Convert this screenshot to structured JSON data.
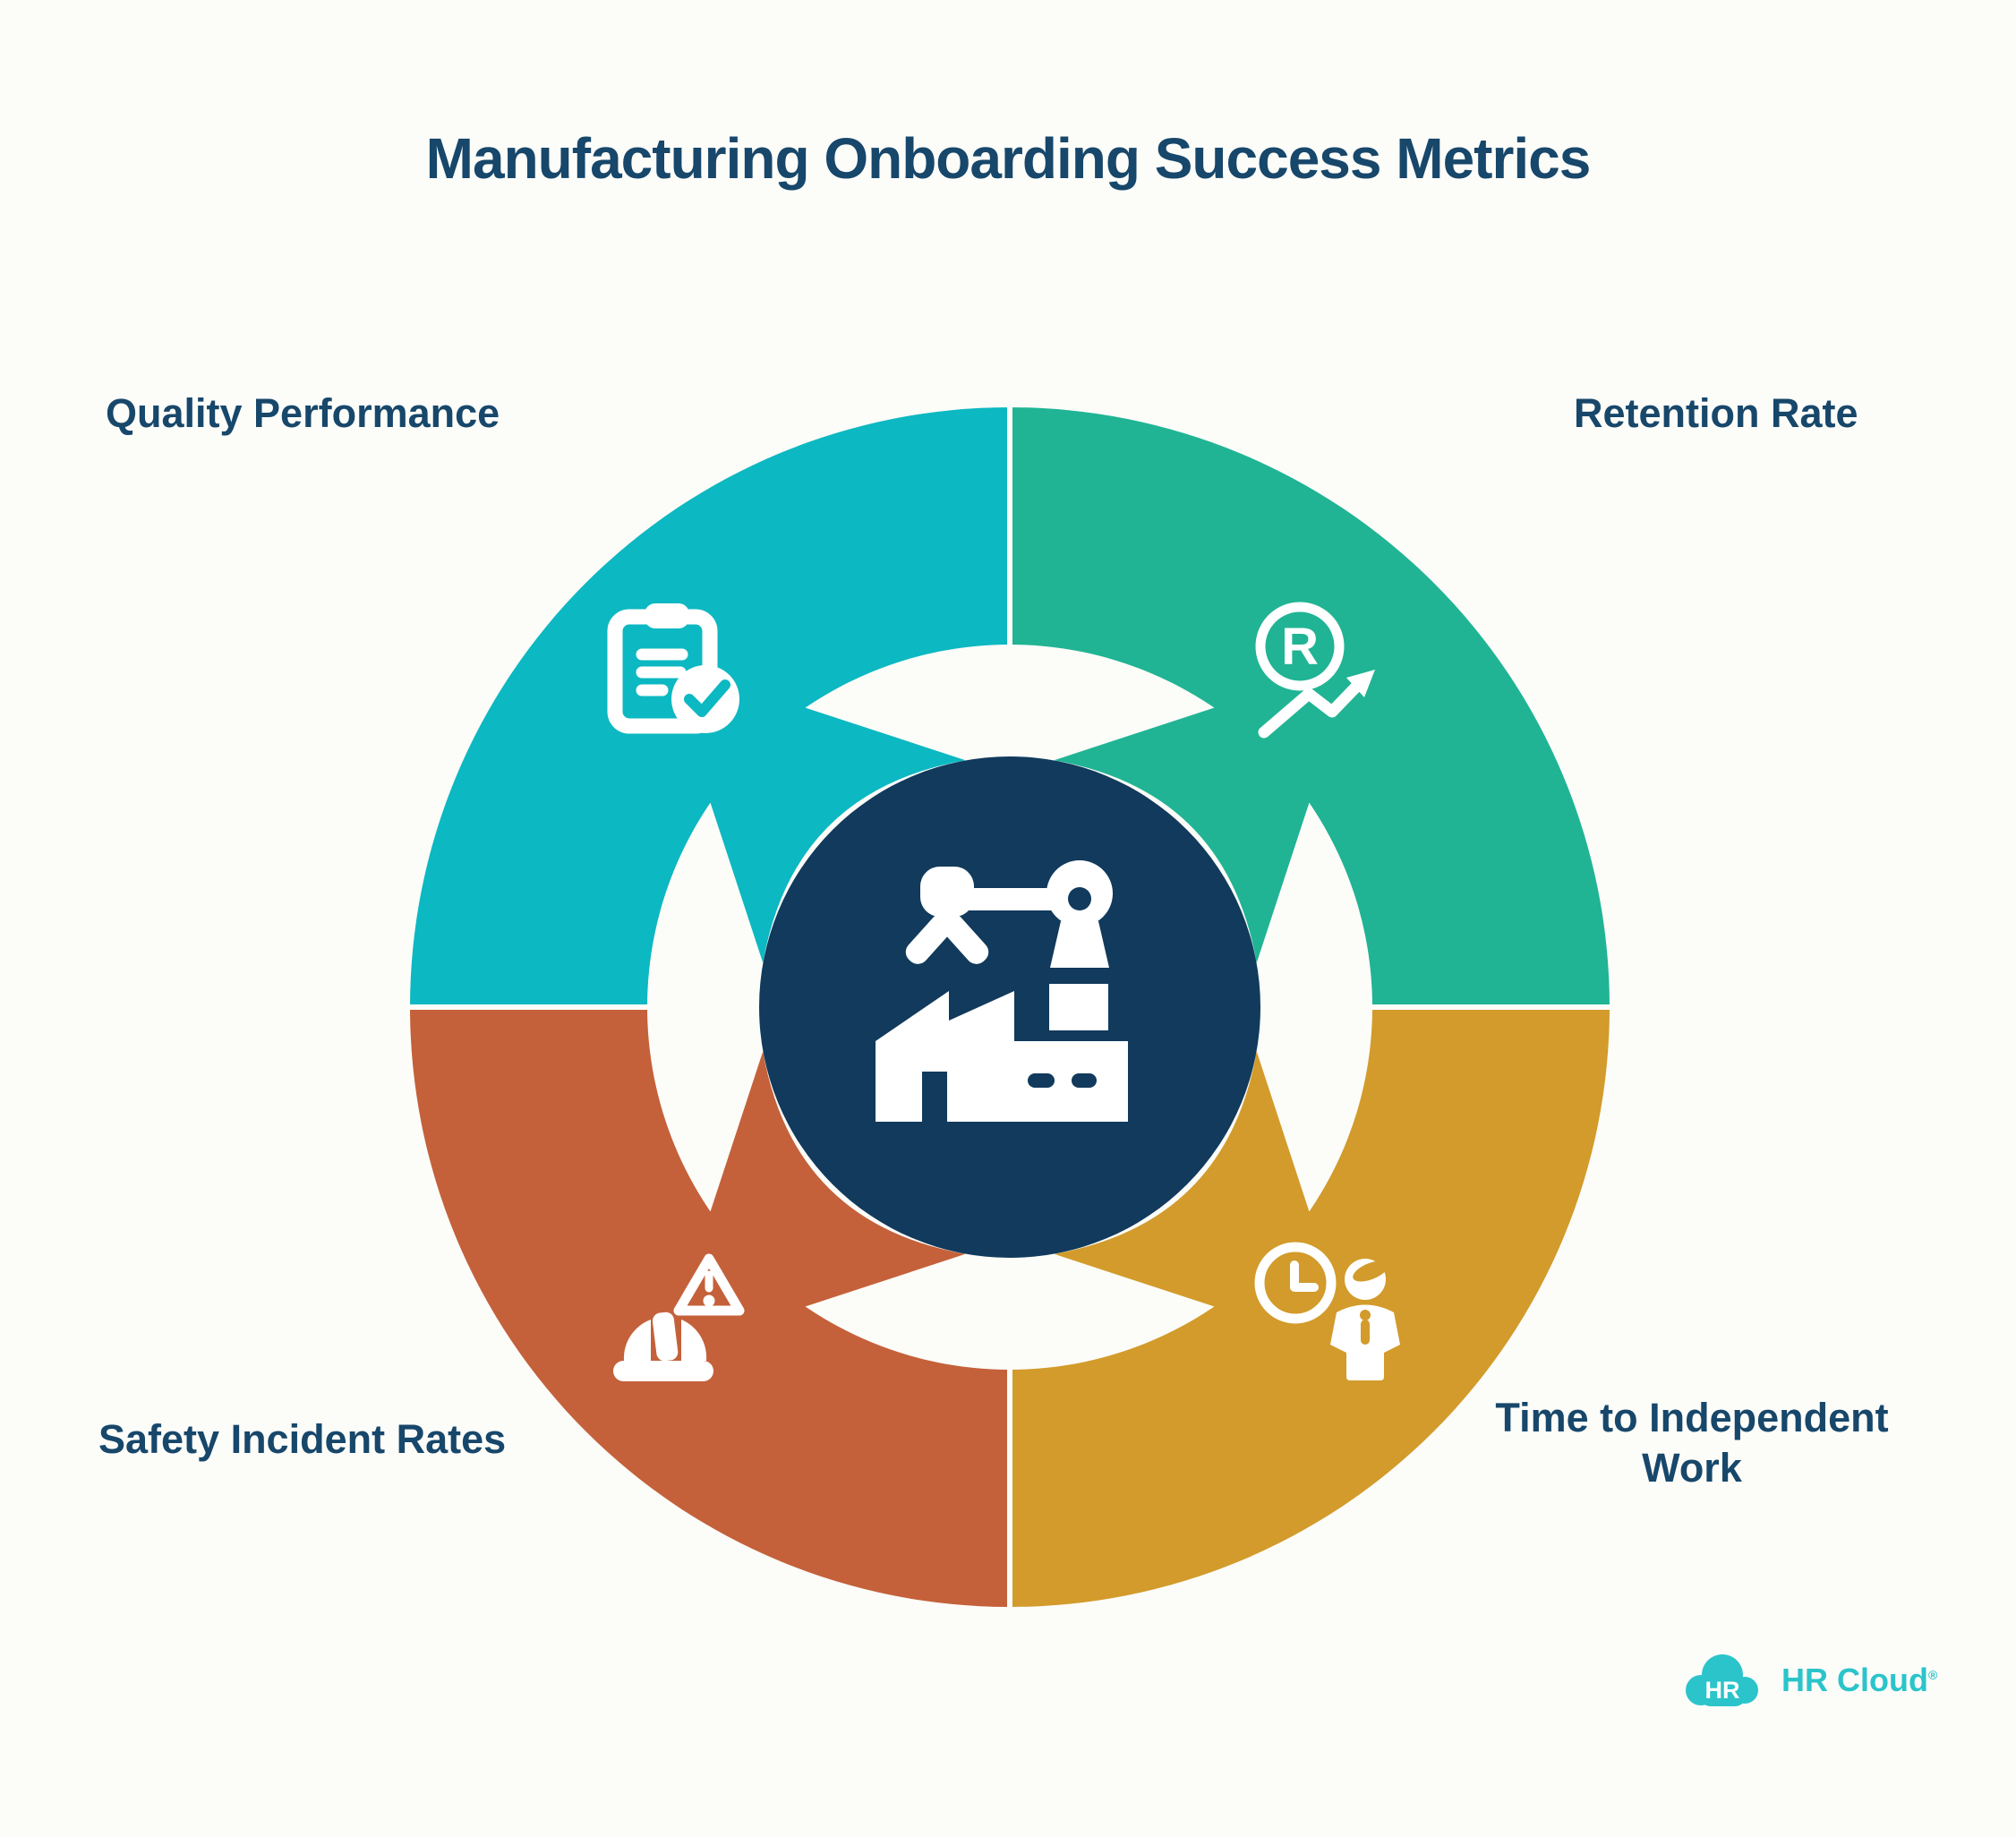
{
  "title": "Manufacturing Onboarding Success Metrics",
  "quadrants": [
    {
      "label": "Quality Performance",
      "position": "top-left",
      "color": "#0CB8C2",
      "icon": "clipboard-check-icon"
    },
    {
      "label": "Retention Rate",
      "position": "top-right",
      "color": "#20B494",
      "icon": "retention-growth-icon"
    },
    {
      "label": "Time to Independent Work",
      "position": "bottom-right",
      "color": "#D29B2B",
      "icon": "clock-person-icon"
    },
    {
      "label": "Safety Incident Rates",
      "position": "bottom-left",
      "color": "#C4613A",
      "icon": "hardhat-warning-icon"
    }
  ],
  "center": {
    "icon": "factory-robot-icon",
    "color": "#113A5C"
  },
  "icons": {
    "retention_letter": "R"
  },
  "logo": {
    "badge": "HR",
    "name": "HR Cloud",
    "registered": "®",
    "color": "#2BC4CB"
  },
  "colors": {
    "teal": "#0CB8C2",
    "green": "#20B494",
    "gold": "#D29B2B",
    "orange": "#C4613A",
    "navy": "#113A5C",
    "text": "#17476A",
    "background": "#FCFCF9",
    "white": "#FFFFFF"
  }
}
